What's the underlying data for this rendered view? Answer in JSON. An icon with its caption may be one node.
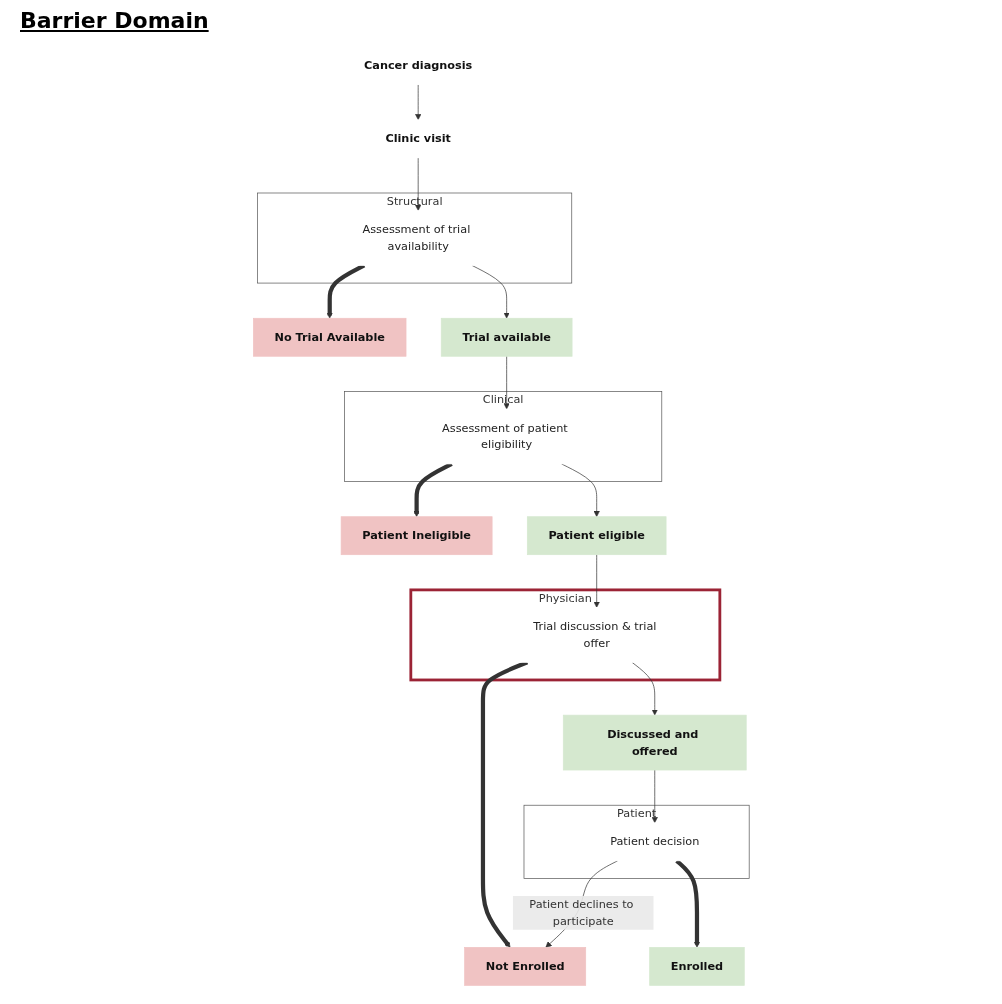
{
  "diagram": {
    "nodes": [
      {
        "text": [
          "Cancer diagnosis"
        ]
      },
      {
        "text": [
          "Clinic visit"
        ]
      },
      {
        "text": [
          "Structural"
        ]
      },
      {
        "text": [
          "Assessment of trial availability"
        ],
        "in": 2
      },
      {
        "text": [
          "No Trial Available"
        ]
      },
      {
        "text": [
          "Trial available"
        ]
      },
      {
        "text": [
          "Clinical"
        ]
      },
      {
        "text": [
          "Assessment of patient eligibility"
        ],
        "in": 6
      },
      {
        "text": [
          "Patient Ineligible"
        ]
      },
      {
        "text": [
          "Patient eligible"
        ]
      },
      {
        "text": [
          "Physician"
        ]
      },
      {
        "text": [
          "Trial discussion & trial offer"
        ],
        "in": 10
      },
      {
        "text": [
          "Not Enrolled"
        ]
      },
      {
        "text": [
          "Discussed and offered"
        ]
      },
      {
        "text": [
          "Patient"
        ]
      },
      {
        "text": [
          "Patient decision"
        ],
        "in": 14
      },
      {
        "text": [
          "Enrolled"
        ]
      }
    ],
    "edges": [
      {
        "from": 0,
        "to": 1,
        "arrow": "to"
      },
      {
        "from": 1,
        "to": 3,
        "arrow": "to"
      },
      {
        "from": 3,
        "to": 4,
        "arrow": "to",
        "style": "thick"
      },
      {
        "from": 3,
        "to": 5,
        "arrow": "to"
      },
      {
        "from": 5,
        "to": 7,
        "arrow": "to"
      },
      {
        "from": 7,
        "to": 8,
        "arrow": "to",
        "style": "thick"
      },
      {
        "from": 7,
        "to": 9,
        "arrow": "to"
      },
      {
        "from": 9,
        "to": 11,
        "arrow": "to"
      },
      {
        "from": 11,
        "to": 12,
        "arrow": "to",
        "style": "thick"
      },
      {
        "from": 11,
        "to": 13,
        "arrow": "to"
      },
      {
        "from": 13,
        "to": 15,
        "arrow": "to"
      },
      {
        "from": 15,
        "to": 12,
        "arrow": "to",
        "label": "Patient declines to participate"
      },
      {
        "from": 15,
        "to": 16,
        "arrow": "to",
        "style": "thick"
      }
    ],
    "labels": [
      "Barrier Domain"
    ]
  }
}
